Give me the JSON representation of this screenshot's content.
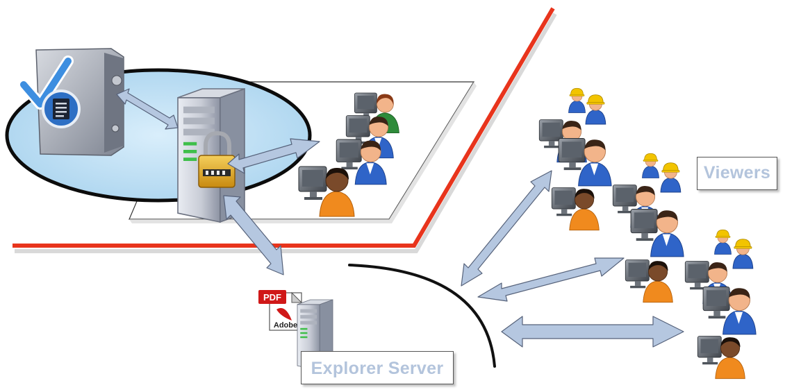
{
  "labels": {
    "viewers": "Viewers",
    "explorer_server": "Explorer Server",
    "pdf_badge": "PDF",
    "adobe": "Adobe"
  },
  "colors": {
    "red_line": "#e8341c",
    "ellipse_fill": "#bfe0f5",
    "arrow_fill": "#b5c7e0",
    "arrow_stroke": "#56627a",
    "label_text": "#b3c4dc",
    "skin_light": "#f2b48a",
    "skin_dark": "#7a4a2a",
    "shirt_blue": "#2f64c8",
    "shirt_orange": "#f08a1e",
    "shirt_green": "#2e8b3a",
    "hardhat": "#f2c400",
    "lock_gold": "#e0a020"
  },
  "icons": [
    "vault-check-icon",
    "document-icon",
    "server-tower-icon",
    "padlock-icon",
    "user-at-computer-icon",
    "worker-hardhat-icon",
    "pdf-document-icon"
  ]
}
